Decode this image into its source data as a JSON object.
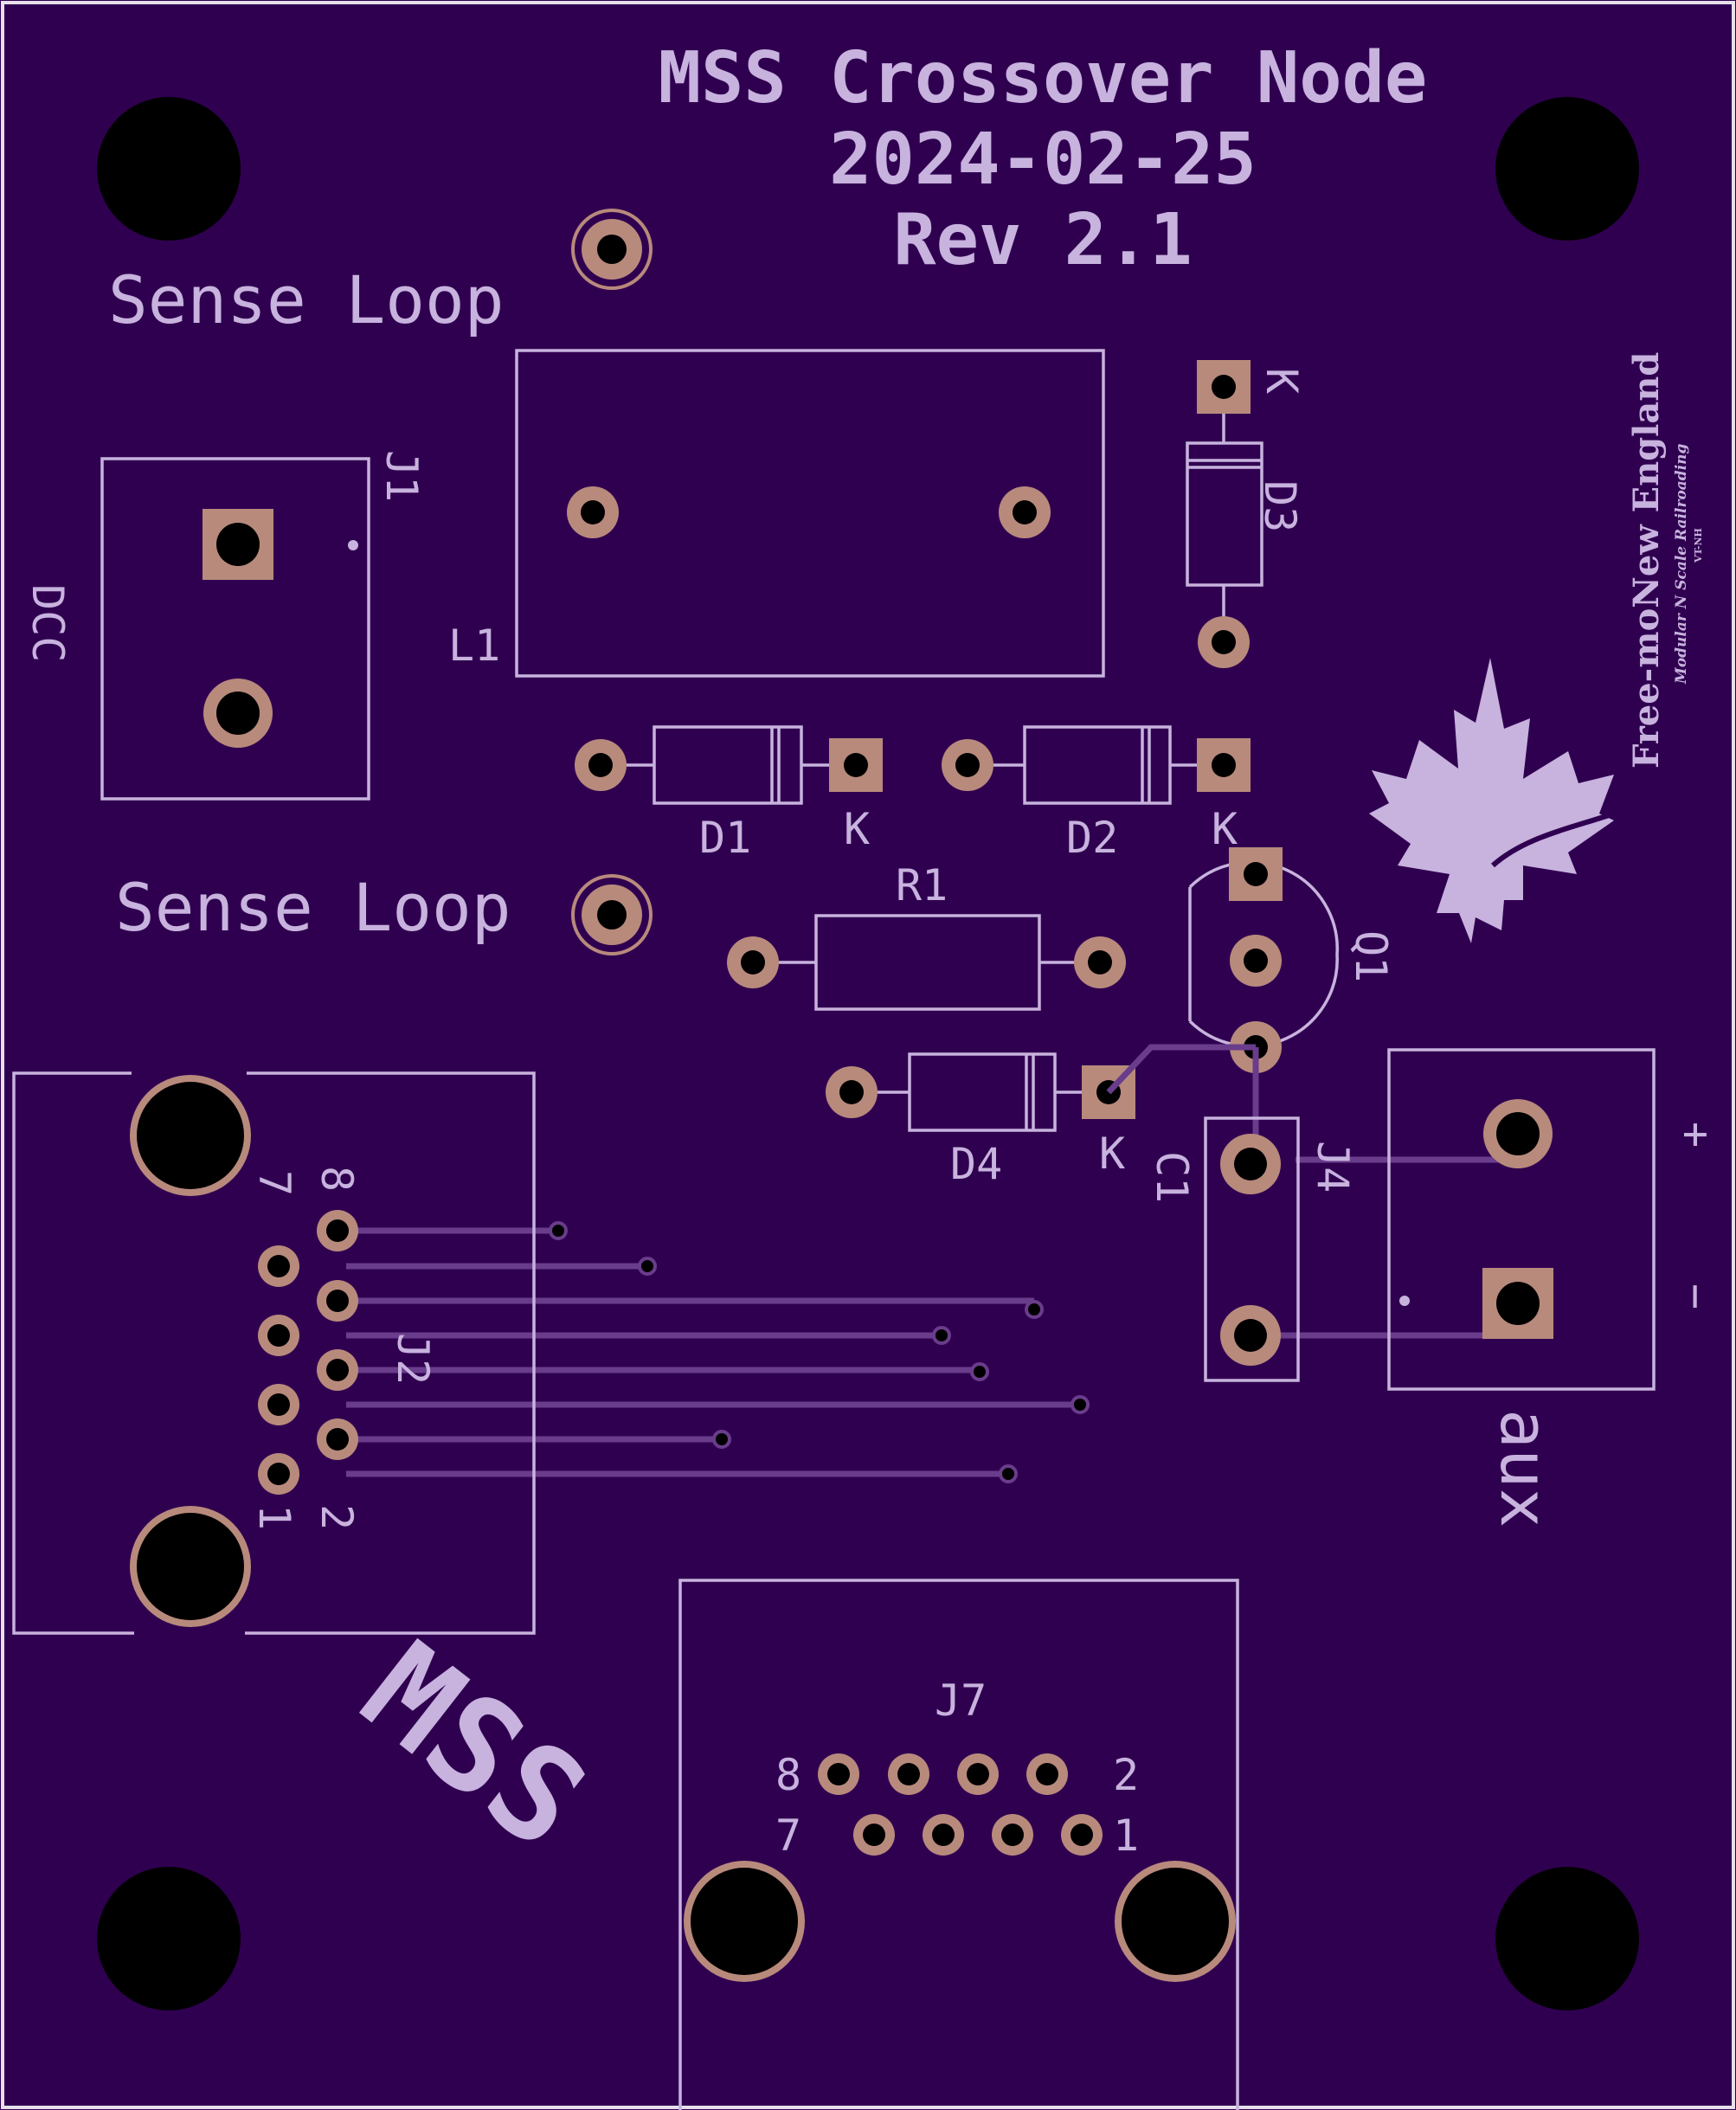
{
  "title": {
    "line1": "MSS Crossover Node",
    "line2": "2024-02-25",
    "line3": "Rev 2.1"
  },
  "labels": {
    "sense_loop_top": "Sense Loop",
    "sense_loop_bottom": "Sense Loop",
    "dcc": "DCC",
    "mss": "MSS",
    "aux": "aux",
    "plus": "+",
    "minus": "−"
  },
  "components": {
    "J1": "J1",
    "L1": "L1",
    "D1": "D1",
    "D2": "D2",
    "D3": "D3",
    "D4": "D4",
    "R1": "R1",
    "Q1": "Q1",
    "C1": "C1",
    "J2": "J2",
    "J4": "J4",
    "J7": "J7",
    "K": "K"
  },
  "pin_labels": {
    "j2_8": "8",
    "j2_7": "7",
    "j2_1": "1",
    "j2_2": "2",
    "j7_8": "8",
    "j7_2": "2",
    "j7_7": "7",
    "j7_1": "1"
  },
  "logo": {
    "name": "Free-moNew England",
    "tagline": "Modular N Scale Railroading",
    "small": "VT-NH"
  },
  "colors": {
    "board": "#300050",
    "silkscreen": "#c7b3de",
    "copper_pad": "#b88a7c",
    "trace": "#6a3c8c",
    "drill": "#000000"
  }
}
